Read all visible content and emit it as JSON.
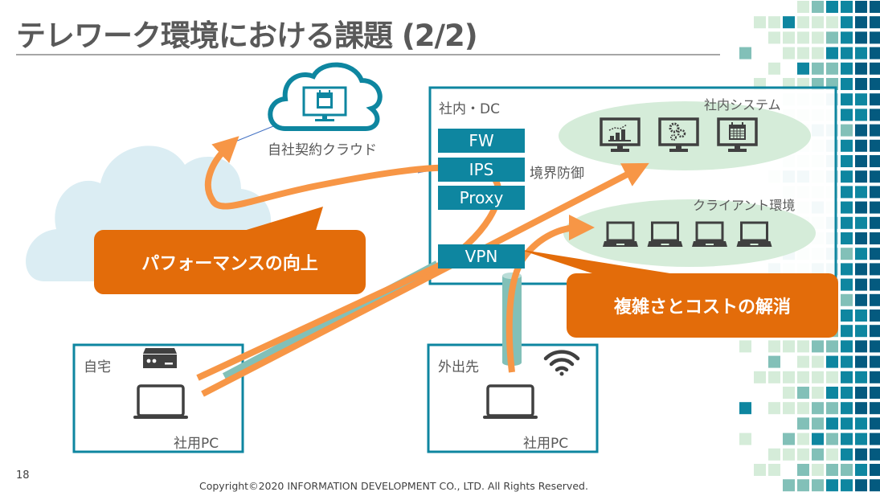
{
  "slide": {
    "title": "テレワーク環境における課題 (2/2)",
    "page_number": "18",
    "copyright": "Copyright©2020 INFORMATION DEVELOPMENT CO., LTD. All Rights Reserved."
  },
  "colors": {
    "teal": "#0e86a0",
    "dark_teal": "#045a7f",
    "mid_teal": "#82c0b8",
    "light_green": "#d5ecd9",
    "orange_arrow": "#f79646",
    "orange_callout": "#e36c0a",
    "icon_gray": "#404040",
    "cloud_fill": "#dbedf3"
  },
  "cloud_service": {
    "label": "自社契約クラウド",
    "icon": "calendar-monitor-icon"
  },
  "datacenter": {
    "label": "社内・DC",
    "security_stack": [
      "FW",
      "IPS",
      "Proxy"
    ],
    "security_stack_label": "境界防御",
    "vpn_label": "VPN"
  },
  "internal_systems": {
    "label": "社内システム",
    "icons": [
      "chart-monitor-icon",
      "gears-monitor-icon",
      "calendar-monitor-icon"
    ]
  },
  "client_environment": {
    "label": "クライアント環境",
    "laptop_count": 4
  },
  "locations": [
    {
      "label": "自宅",
      "device_label": "社用PC",
      "network_icon": "router-icon"
    },
    {
      "label": "外出先",
      "device_label": "社用PC",
      "network_icon": "wifi-icon"
    }
  ],
  "callouts": {
    "performance": "パフォーマンスの向上",
    "complexity": "複雑さとコストの解消"
  }
}
